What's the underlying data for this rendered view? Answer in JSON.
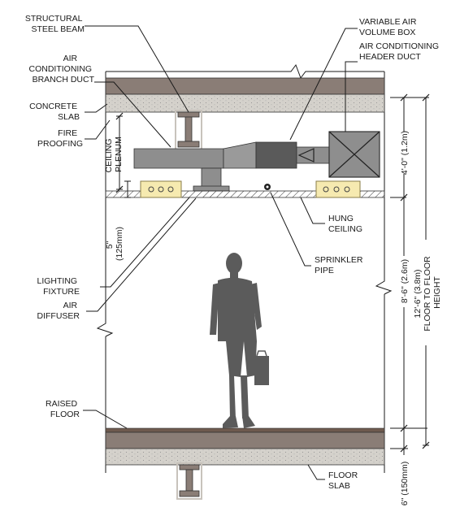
{
  "labels": {
    "structural_steel_beam": [
      "STRUCTURAL",
      "STEEL BEAM"
    ],
    "ac_branch_duct": [
      "AIR",
      "CONDITIONING",
      "BRANCH DUCT"
    ],
    "concrete_slab": [
      "CONCRETE",
      "SLAB"
    ],
    "fire_proofing": [
      "FIRE",
      "PROOFING"
    ],
    "ceiling_plenum": [
      "CEILING",
      "PLENUM"
    ],
    "vav_box": [
      "VARIABLE AIR",
      "VOLUME BOX"
    ],
    "ac_header_duct": [
      "AIR CONDITIONING",
      "HEADER DUCT"
    ],
    "hung_ceiling": [
      "HUNG",
      "CEILING"
    ],
    "sprinkler_pipe": [
      "SPRINKLER",
      "PIPE"
    ],
    "lighting_fixture": [
      "LIGHTING",
      "FIXTURE"
    ],
    "air_diffuser": [
      "AIR",
      "DIFFUSER"
    ],
    "raised_floor": [
      "RAISED",
      "FLOOR"
    ],
    "floor_slab": [
      "FLOOR",
      "SLAB"
    ]
  },
  "dimensions": {
    "ceiling_gap": [
      "5\"",
      "(125mm)"
    ],
    "plenum": "4'-0\" (1.2m)",
    "room": "8'-6\" (2.6m)",
    "floor_to_floor": [
      "12'-6\" (3.8m)",
      "FLOOR TO FLOOR",
      "HEIGHT"
    ],
    "slab": "6\" (150mm)"
  },
  "colors": {
    "slab_top_band": "#8a7d76",
    "slab_concrete": "#d4d1cb",
    "duct_gray": "#8e8e8e",
    "vav_dark": "#5a5a5a",
    "fixture_yellow": "#f6eab0",
    "person": "#5b5b5b",
    "floor_brown": "#6e5a4e"
  }
}
